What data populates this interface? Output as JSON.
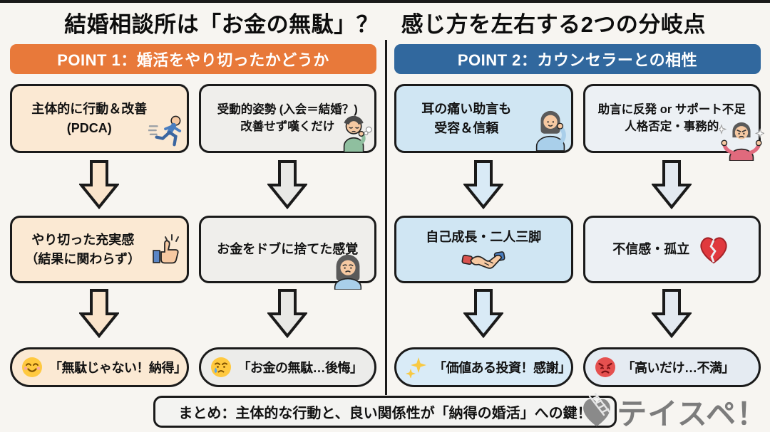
{
  "title": "結婚相談所は「お金の無駄」？　感じ方を左右する2つの分岐点",
  "point1": {
    "header": "POINT 1：婚活をやり切ったかどうか",
    "top_left": "主体的に行動＆改善\n(PDCA)",
    "top_right": "受動的姿勢 (入会＝結婚？)\n改善せず嘆くだけ",
    "mid_left": "やり切った充実感\n（結果に関わらず）",
    "mid_right": "お金をドブに捨てた感覚",
    "result_left": "「無駄じゃない！納得」",
    "result_right": "「お金の無駄…後悔」"
  },
  "point2": {
    "header": "POINT 2：カウンセラーとの相性",
    "top_left": "耳の痛い助言も\n受容＆信頼",
    "top_right": "助言に反発 or サポート不足\n人格否定・事務的",
    "mid_left": "自己成長・二人三脚",
    "mid_right": "不信感・孤立",
    "result_left": "「価値ある投資！感謝」",
    "result_right": "「高いだけ…不満」"
  },
  "summary": "まとめ：主体的な行動と、良い関係性が「納得の婚活」への鍵！",
  "logo_text": "テイスペ！",
  "colors": {
    "point1_accent": "#E8793A",
    "point2_accent": "#31689E",
    "positive1_fill": "#FBE9D3",
    "negative1_fill": "#EFEEEB",
    "positive2_fill": "#D0E6F3",
    "negative2_fill": "#ECF0F4",
    "logo_gray": "#7C7C7C"
  },
  "icons": {
    "running-person-icon": "🏃",
    "sighing-person-icon": "😮‍💨",
    "listening-woman-icon": "🙆‍♀️",
    "angry-shrug-woman-icon": "🤷‍♀️",
    "thumbs-up-icon": "👍",
    "sad-woman-icon": "🙍‍♀️",
    "handshake-icon": "🤝",
    "broken-heart-icon": "💔",
    "smile-emoji-icon": "😊",
    "cry-emoji-icon": "😢",
    "sparkles-icon": "✨",
    "angry-emoji-icon": "😡",
    "down-arrow-icon": "⬇",
    "heart-ladder-logo-icon": "❤"
  }
}
